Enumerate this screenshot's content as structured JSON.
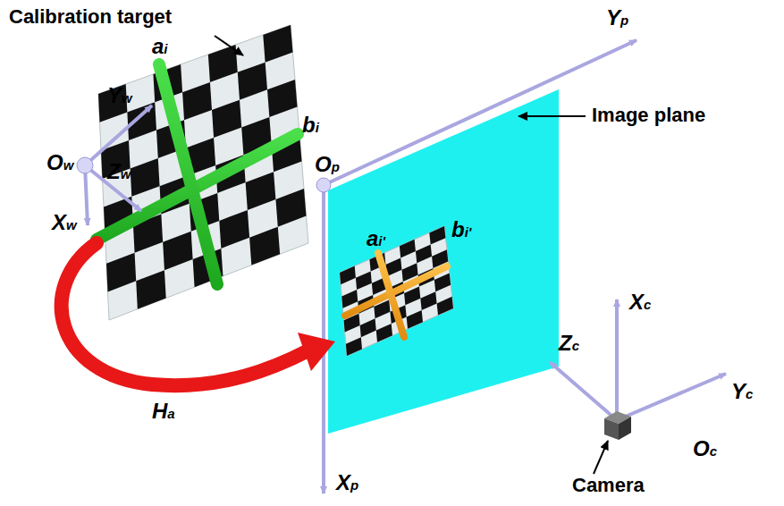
{
  "diagram": {
    "labels": [
      "Calibration target",
      "Yw",
      "ai",
      "bi",
      "Ow",
      "Zw",
      "Xw",
      "Ha",
      "Yp",
      "Op",
      "Image plane",
      "ai'",
      "bi'",
      "Zc",
      "Xc",
      "Yc",
      "Camera",
      "Oc",
      "Xp"
    ]
  }
}
